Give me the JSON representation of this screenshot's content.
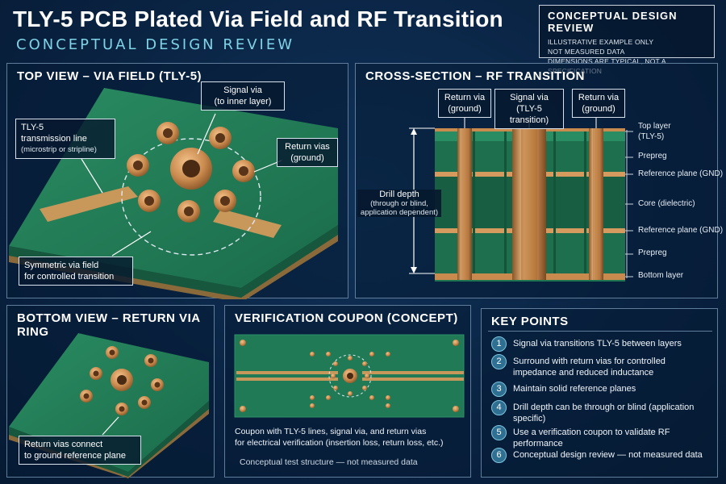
{
  "header": {
    "title": "TLY-5 PCB Plated Via Field and RF Transition",
    "subtitle": "CONCEPTUAL DESIGN REVIEW"
  },
  "review_box": {
    "title": "CONCEPTUAL DESIGN REVIEW",
    "lines": [
      "ILLUSTRATIVE EXAMPLE ONLY",
      "NOT MEASURED DATA",
      "DIMENSIONS ARE TYPICAL, NOT A SPECIFICATION"
    ]
  },
  "top_view": {
    "title": "TOP VIEW – VIA FIELD (TLY-5)",
    "signal_via": [
      "Signal via",
      "(to inner layer)"
    ],
    "transmission_line": [
      "TLY-5",
      "transmission line",
      "(microstrip or stripline)"
    ],
    "return_vias": [
      "Return vias",
      "(ground)"
    ],
    "symmetric": [
      "Symmetric via field",
      "for controlled transition"
    ]
  },
  "cross_section": {
    "title": "CROSS-SECTION – RF TRANSITION",
    "return_via_left": [
      "Return via",
      "(ground)"
    ],
    "signal_via": [
      "Signal via",
      "(TLY-5 transition)"
    ],
    "return_via_right": [
      "Return via",
      "(ground)"
    ],
    "drill_depth": [
      "Drill depth",
      "(through or blind,",
      "application dependent)"
    ],
    "layers": [
      "Top layer",
      "(TLY-5)",
      "Prepreg",
      "Reference plane (GND)",
      "Core (dielectric)",
      "Reference plane (GND)",
      "Prepreg",
      "Bottom layer"
    ]
  },
  "bottom_view": {
    "title": "BOTTOM VIEW – RETURN VIA RING",
    "callout": [
      "Return vias connect",
      "to ground reference plane"
    ]
  },
  "coupon": {
    "title": "VERIFICATION COUPON (CONCEPT)",
    "desc1": "Coupon with TLY-5 lines, signal via, and return vias",
    "desc2": "for electrical verification (insertion loss, return loss, etc.)",
    "note": "Conceptual test structure — not measured data"
  },
  "key_points": {
    "title": "KEY POINTS",
    "items": [
      {
        "num": "1",
        "text": "Signal via transitions TLY-5 between layers"
      },
      {
        "num": "2",
        "text": "Surround with return vias for controlled impedance and reduced inductance"
      },
      {
        "num": "3",
        "text": "Maintain solid reference planes"
      },
      {
        "num": "4",
        "text": "Drill depth can be through or blind (application specific)"
      },
      {
        "num": "5",
        "text": "Use a verification coupon to validate RF performance"
      },
      {
        "num": "6",
        "text": "Conceptual design review — not measured data"
      }
    ]
  },
  "colors": {
    "board_green": "#1f7a55",
    "copper": "#c98a4e",
    "background": "#0a2444"
  }
}
